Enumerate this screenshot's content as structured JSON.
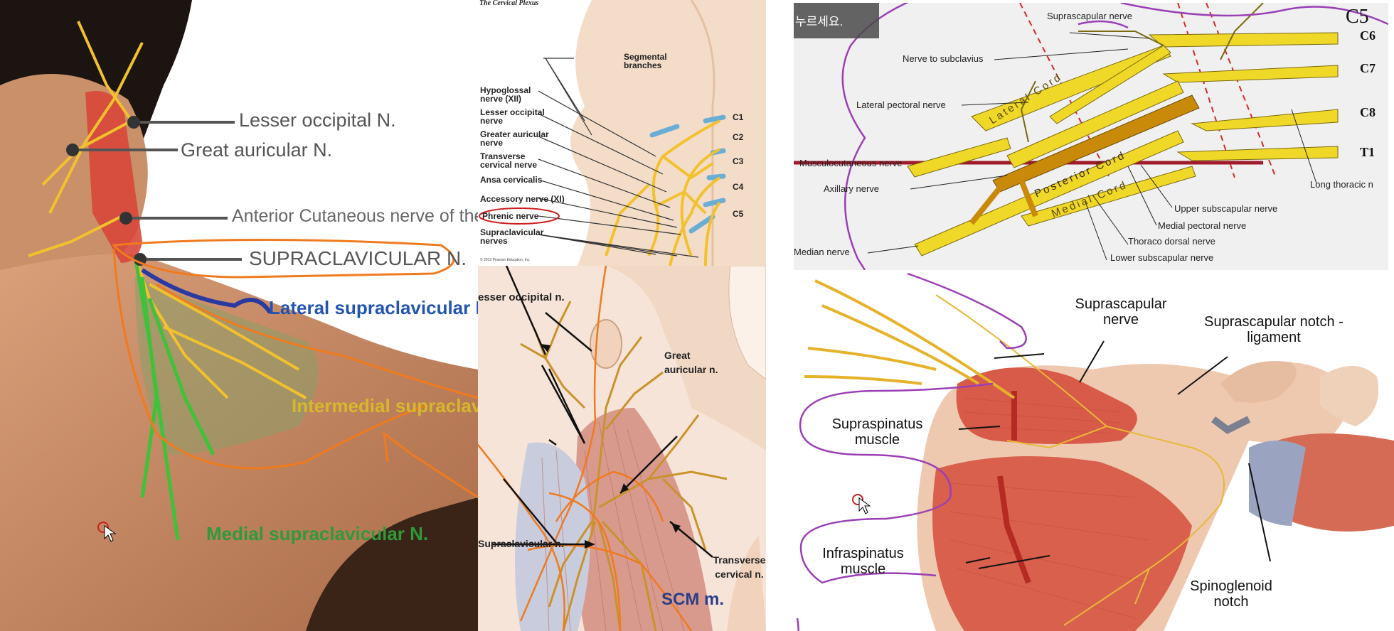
{
  "colors": {
    "nerve": "#f2c12e",
    "nerve_dark": "#c98a0a",
    "annotation_orange": "#f07a1e",
    "annotation_purple": "#9b3fb5",
    "muscle": "#c8443a",
    "skin": "#c48a63",
    "bg_panel": "#f6e4d8"
  },
  "panel_neck_photo": {
    "labels": {
      "lesser_occipital": "Lesser occipital N.",
      "great_auricular": "Great auricular N.",
      "anterior_cutaneous": "Anterior Cutaneous nerve of the ne",
      "supraclavicular": "SUPRACLAVICULAR N.",
      "lateral_supraclavicular": "Lateral supraclavicular N.",
      "intermedial_supraclavicular": "Intermedial supraclavicu",
      "medial_supraclavicular": "Medial supraclavicular N."
    }
  },
  "panel_cervical_plexus": {
    "title": "The Cervical Plexus",
    "labels": {
      "segmental": "Segmental branches",
      "hypoglossal": "Hypoglossal nerve (XII)",
      "lesser_occipital": "Lesser occipital nerve",
      "greater_auricular": "Greater auricular nerve",
      "transverse_cervical": "Transverse cervical nerve",
      "ansa_cervicalis": "Ansa cervicalis",
      "accessory": "Accessory nerve (XI)",
      "phrenic": "Phrenic nerve",
      "supraclavicular": "Supraclavicular nerves"
    },
    "levels": [
      "C1",
      "C2",
      "C3",
      "C4",
      "C5"
    ],
    "copyright": "© 2013 Pearson Education, Inc."
  },
  "panel_neck_illustration": {
    "labels": {
      "lesser_occipital": "esser occipital n.",
      "great_auricular": "Great auricular n.",
      "supraclavicular": "Supraclavicular n.",
      "transverse_cervical": "Transverse cervical n.",
      "scm": "SCM m."
    }
  },
  "panel_brachial_plexus": {
    "overlay_text": "누르세요.",
    "corner_label": "C5",
    "roots": [
      "C6",
      "C7",
      "C8",
      "T1"
    ],
    "cords": {
      "lateral": "Lateral Cord",
      "posterior": "Posterior Cord",
      "medial": "Medial Cord"
    },
    "labels": {
      "suprascapular": "Suprascapular nerve",
      "subclavius": "Nerve to subclavius",
      "lateral_pectoral": "Lateral pectoral nerve",
      "musculocutaneous": "Musculocutaneous nerve",
      "axillary": "Axillary nerve",
      "median": "Median nerve",
      "long_thoracic": "Long thoracic n",
      "upper_subscapular": "Upper subscapular nerve",
      "medial_pectoral": "Medial pectoral nerve",
      "thoracodorsal": "Thoraco dorsal nerve",
      "lower_subscapular": "Lower subscapular nerve"
    }
  },
  "panel_shoulder": {
    "labels": {
      "suprascapular_nerve": "Suprascapular nerve",
      "suprascapular_notch": "Suprascapular notch - ligament",
      "supraspinatus": "Supraspinatus muscle",
      "infraspinatus": "Infraspinatus muscle",
      "spinoglenoid": "Spinoglenoid notch"
    }
  }
}
